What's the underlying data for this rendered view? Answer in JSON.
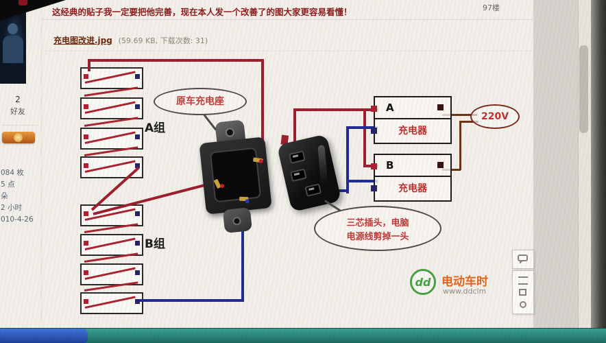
{
  "post": {
    "floor_label": "97楼",
    "message": "这经典的贴子我一定要把他完善，现在本人发一个改善了的图大家更容易看懂！",
    "attachment_name": "充电图改进.jpg",
    "attachment_meta": "(59.69 KB, 下载次数: 31)"
  },
  "sidebar": {
    "friends_count": "2",
    "friends_label": "好友",
    "stats": [
      "084 枚",
      "5 点",
      "朵",
      "2 小时",
      "010-4-26"
    ]
  },
  "diagram": {
    "group_a": "A组",
    "group_b": "B组",
    "socket_callout": "原车充电座",
    "plug_callout_line1": "三芯插头，电脑",
    "plug_callout_line2": "电源线剪掉一头",
    "charger_a_letter": "A",
    "charger_a_label": "充电器",
    "charger_b_letter": "B",
    "charger_b_label": "充电器",
    "voltage_label": "220V"
  },
  "watermark": {
    "logo_text": "dd",
    "brand": "电动车时",
    "url": "www.ddclm"
  },
  "colors": {
    "wire_red": "#9c1f2e",
    "wire_blue": "#212b96",
    "wire_mains": "#6e3418",
    "callout_text": "#c23a3a",
    "message_text": "#8e1d1d",
    "brand_orange": "#e2661f",
    "logo_green": "#49a043",
    "taskbar_teal": "#2f8d82"
  }
}
